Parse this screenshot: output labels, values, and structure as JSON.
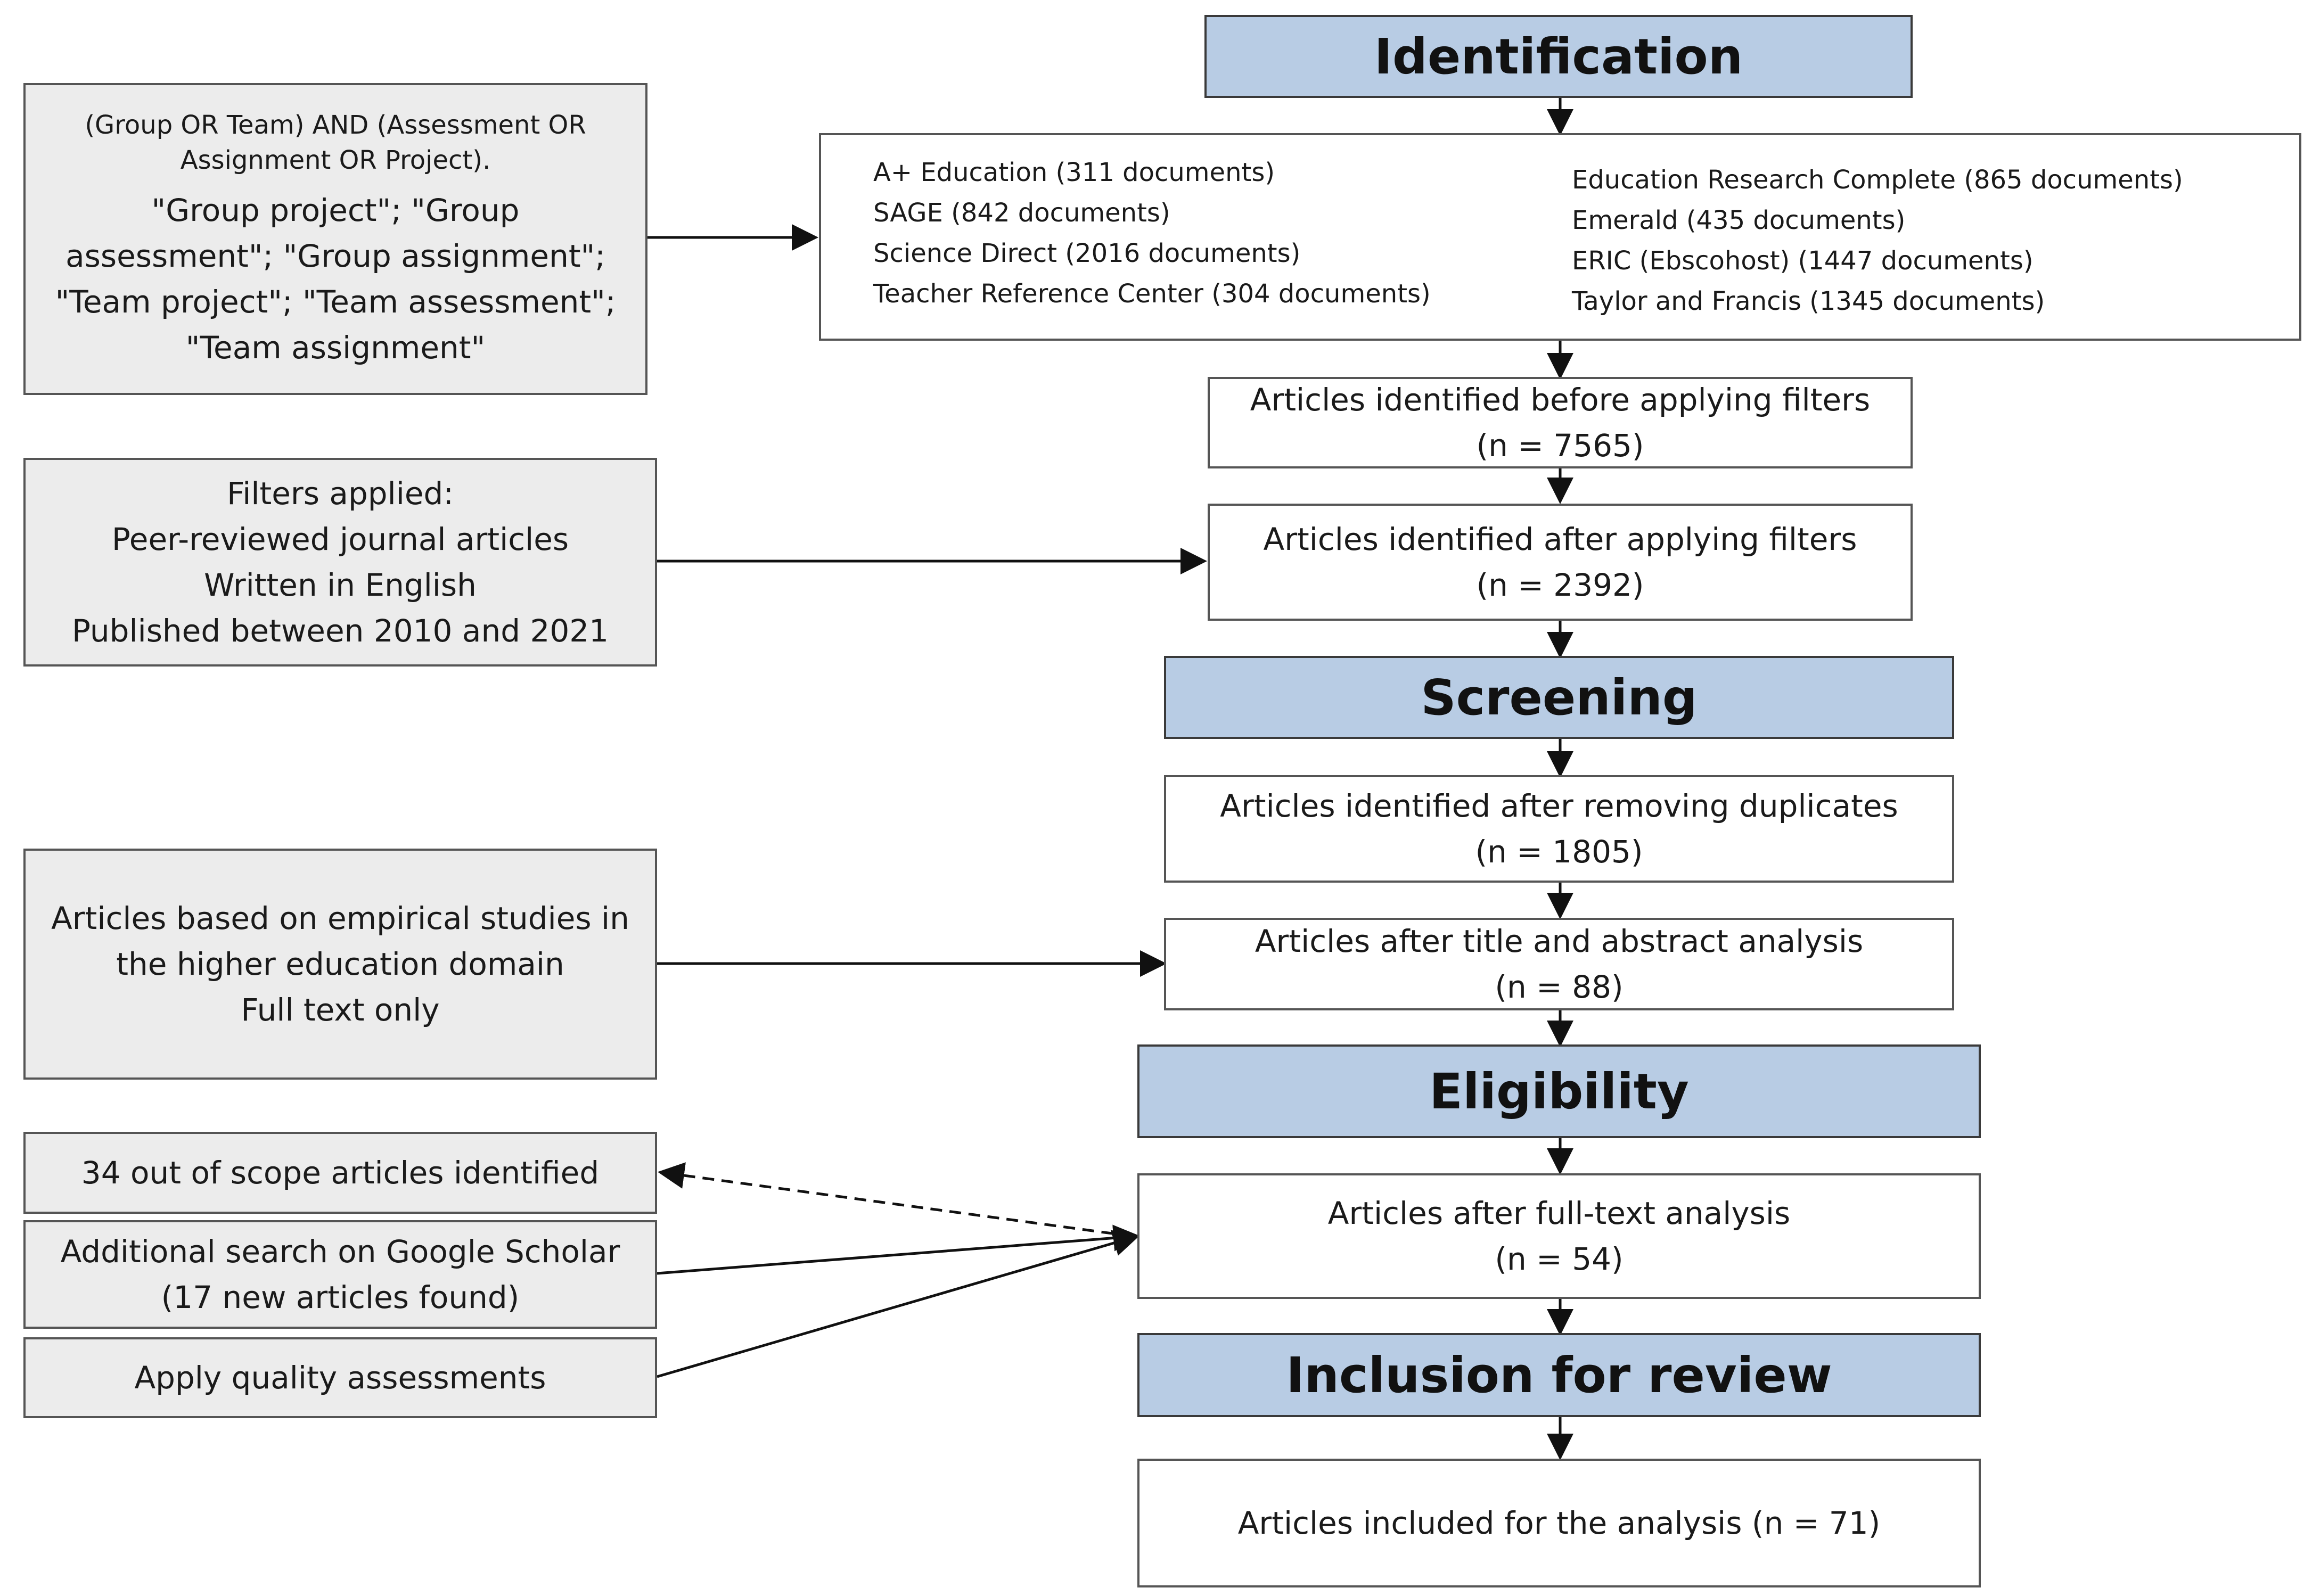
{
  "stages": {
    "identification": "Identification",
    "screening": "Screening",
    "eligibility": "Eligibility",
    "inclusion": "Inclusion for review"
  },
  "search_terms": {
    "line1": "(Group OR Team) AND (Assessment OR",
    "line2": "Assignment OR Project).",
    "line3": "\"Group project\"; \"Group",
    "line4": "assessment\"; \"Group assignment\";",
    "line5": "\"Team project\"; \"Team assessment\";",
    "line6": "\"Team assignment\""
  },
  "databases": {
    "left": [
      "A+ Education (311 documents)",
      "SAGE (842 documents)",
      "Science Direct (2016 documents)",
      "Teacher Reference Center (304 documents)"
    ],
    "right": [
      "Education Research Complete (865 documents)",
      "Emerald (435 documents)",
      "ERIC (Ebscohost) (1447 documents)",
      "Taylor and Francis (1345 documents)"
    ]
  },
  "before_filters": {
    "label": "Articles identified before applying filters",
    "count": "(n = 7565)"
  },
  "filters": {
    "line1": "Filters applied:",
    "line2": "Peer-reviewed journal articles",
    "line3": "Written in English",
    "line4": "Published between 2010 and 2021"
  },
  "after_filters": {
    "label": "Articles identified after applying filters",
    "count": "(n = 2392)"
  },
  "after_duplicates": {
    "label": "Articles identified after removing duplicates",
    "count": "(n = 1805)"
  },
  "criteria": {
    "line1": "Articles based on empirical studies in",
    "line2": "the higher education domain",
    "line3": "Full text only"
  },
  "after_title_abstract": {
    "label": "Articles after title and abstract analysis",
    "count": "(n = 88)"
  },
  "out_of_scope": "34 out of scope articles identified",
  "google_scholar": {
    "line1": "Additional search on Google Scholar",
    "line2": "(17 new articles found)"
  },
  "quality": "Apply quality assessments",
  "after_fulltext": {
    "label": "Articles after full-text analysis",
    "count": "(n = 54)"
  },
  "included": "Articles included for the analysis (n = 71)"
}
